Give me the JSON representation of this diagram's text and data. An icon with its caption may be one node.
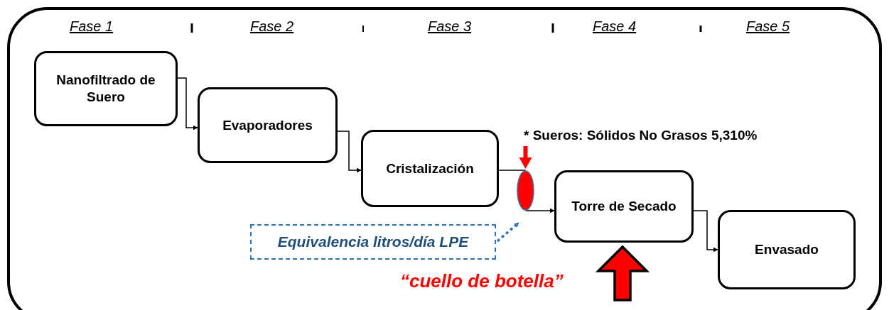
{
  "diagram": {
    "nodes": [
      {
        "text": [
          "Nanofiltrado de Suero"
        ]
      },
      {
        "text": [
          "Evaporadores"
        ]
      },
      {
        "text": [
          "Cristalización"
        ]
      },
      {
        "text": [],
        "shape": "ellipse"
      },
      {
        "text": [
          "Torre de Secado"
        ]
      },
      {
        "text": [
          "Envasado"
        ]
      },
      {
        "text": [
          "Equivalencia litros/día LPE"
        ]
      }
    ],
    "edges": [
      {
        "from": 0,
        "to": 1,
        "arrow": "to"
      },
      {
        "from": 1,
        "to": 2,
        "arrow": "to"
      },
      {
        "from": 2,
        "to": 3,
        "arrow": "none"
      },
      {
        "from": 3,
        "to": 4,
        "arrow": "to"
      },
      {
        "from": 4,
        "to": 5,
        "arrow": "to"
      },
      {
        "from": 6,
        "to": 3,
        "arrow": "to",
        "style": "dashed",
        "color": "#2e75b6"
      },
      {
        "from": null,
        "to": 3,
        "arrow": "to",
        "style": "thick",
        "color": "#ff0000"
      },
      {
        "from": null,
        "to": 4,
        "arrow": "to",
        "style": "thick",
        "color": "#ff0000"
      }
    ],
    "labels": [
      "Fase 1",
      "Fase 2",
      "Fase 3",
      "Fase 4",
      "Fase 5",
      "* Sueros: Sólidos No Grasos 5,310%",
      "“cuello de botella”"
    ]
  }
}
